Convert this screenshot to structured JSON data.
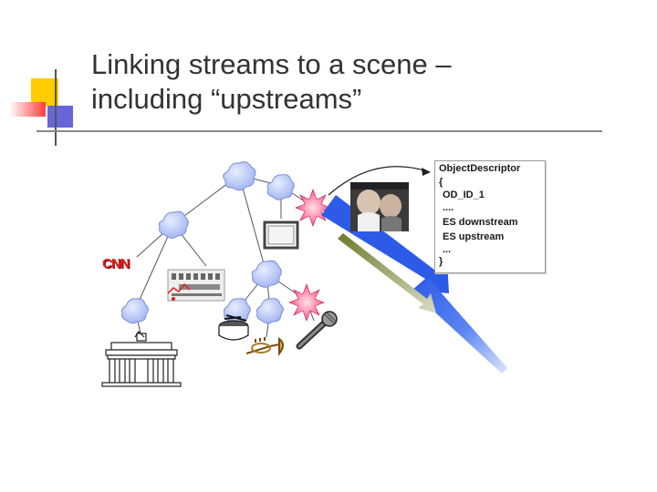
{
  "slide": {
    "title_line1": "Linking streams to a scene –",
    "title_line2": "including “upstreams”"
  },
  "object_descriptor": {
    "lines": [
      "ObjectDescriptor",
      "{",
      "OD_ID_1",
      "....",
      "ES downstream",
      "ES upstream",
      "...",
      "}"
    ]
  },
  "logo": {
    "cnn": "CNN"
  },
  "colors": {
    "title_text": "#333333",
    "accent_yellow": "#ffcc00",
    "accent_red": "#ff3333",
    "accent_blue": "#3333cc",
    "node_fill": "#c7d3ff",
    "burst_fill": "#ff5a7a",
    "stream_blue": "#3366ee",
    "stream_green": "#7a8a3a"
  },
  "icons": [
    "tree-node-icon",
    "burst-node-icon",
    "frame-icon",
    "chart-icon",
    "brandenburg-gate-icon",
    "drum-icon",
    "trumpet-icon",
    "microphone-icon",
    "video-thumbnail-icon"
  ]
}
